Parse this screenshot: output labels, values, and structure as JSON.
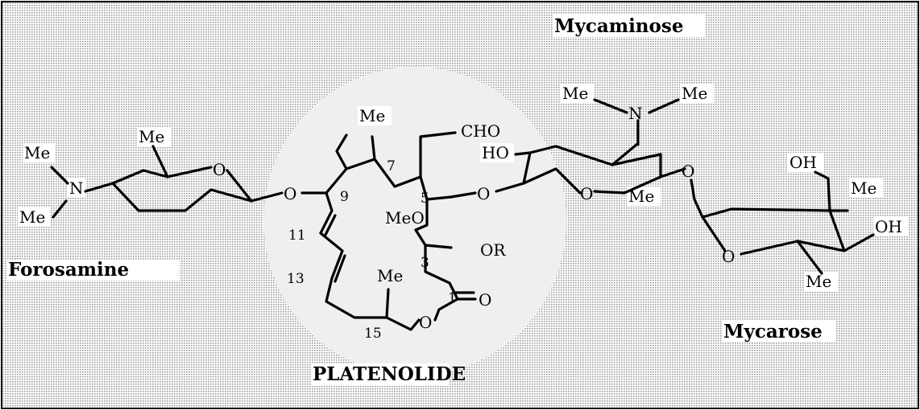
{
  "labels": {
    "mycaminose": "Mycaminose",
    "forosamine": "Forosamine",
    "mycarose": "Mycarose",
    "platenolide": "PLATENOLIDE"
  },
  "atoms": {
    "me": "Me",
    "n": "N",
    "o": "O",
    "cho": "CHO",
    "ho": "HO",
    "oh": "OH",
    "meo": "MeO",
    "or": "OR"
  },
  "positions": {
    "c1": "1",
    "c3": "3",
    "c5": "5",
    "c7": "7",
    "c9": "9",
    "c11": "11",
    "c13": "13",
    "c15": "15"
  },
  "colors": {
    "background_pattern": "#c8c8c8",
    "platenolide_region": "#ededed",
    "ink": "#000000"
  }
}
